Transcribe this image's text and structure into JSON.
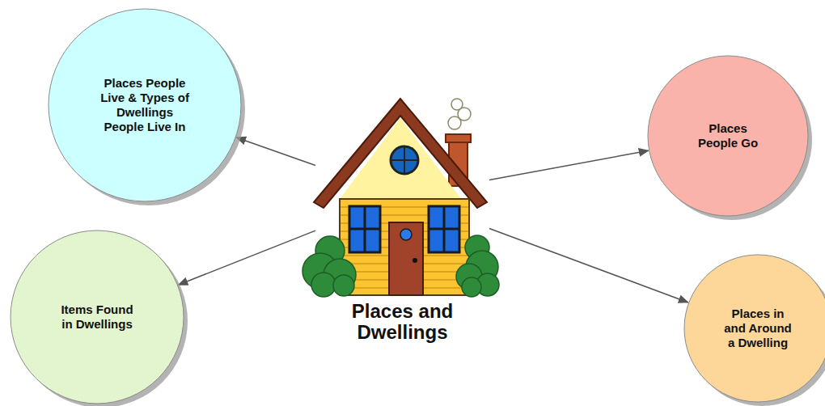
{
  "diagram": {
    "nodes": [
      {
        "text": [
          "Places People Live & Types of Dwellings People Live In"
        ]
      },
      {
        "text": [
          "Places People Go"
        ]
      },
      {
        "text": [
          "Places and Dwellings"
        ]
      },
      {
        "text": [
          "Items Found in Dwellings"
        ]
      },
      {
        "text": [
          "Places in and Around a Dwelling"
        ]
      }
    ],
    "edges": [
      {
        "from": 2,
        "to": 0,
        "arrow": "to"
      },
      {
        "from": 2,
        "to": 1,
        "arrow": "to"
      },
      {
        "from": 2,
        "to": 3,
        "arrow": "to"
      },
      {
        "from": 2,
        "to": 4,
        "arrow": "to"
      }
    ]
  }
}
